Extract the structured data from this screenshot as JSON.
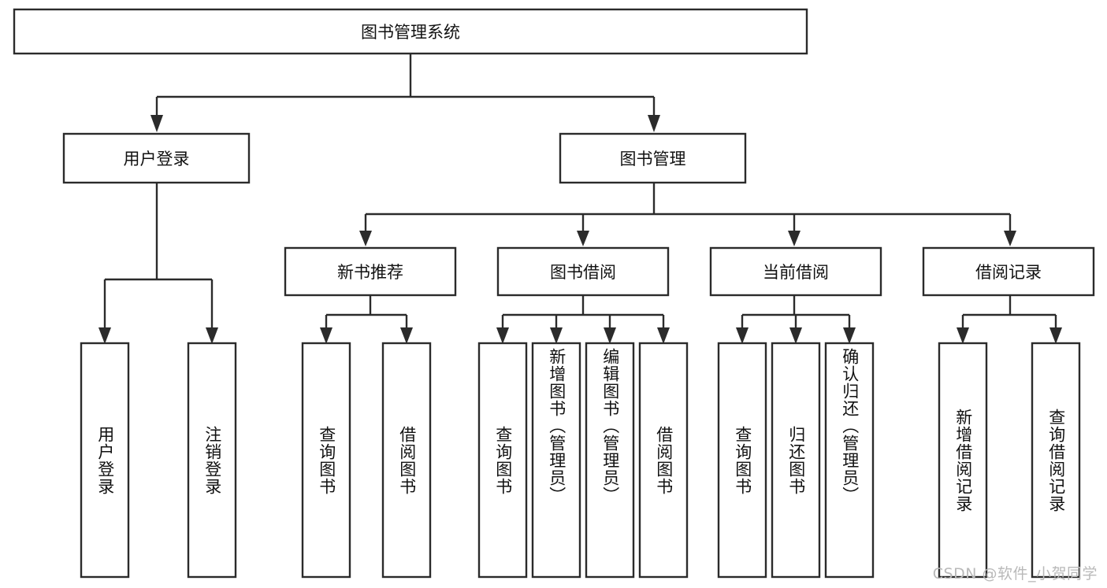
{
  "diagram": {
    "type": "tree-hierarchy",
    "title": "图书管理系统",
    "watermark": "CSDN @软件_小贺同学",
    "colors": {
      "box_stroke": "#2b2b2b",
      "box_fill": "#ffffff",
      "connector": "#2b2b2b",
      "text": "#111111",
      "background": "#ffffff",
      "watermark": "#b9b9b9"
    },
    "root": {
      "label": "图书管理系统"
    },
    "level2": [
      {
        "id": "user-login",
        "label": "用户登录"
      },
      {
        "id": "book-manage",
        "label": "图书管理"
      }
    ],
    "level3": [
      {
        "id": "new-book-recommend",
        "label": "新书推荐"
      },
      {
        "id": "book-borrow",
        "label": "图书借阅"
      },
      {
        "id": "current-borrow",
        "label": "当前借阅"
      },
      {
        "id": "borrow-record",
        "label": "借阅记录"
      }
    ],
    "leaves": {
      "user_login": [
        {
          "id": "leaf-user-login",
          "label": "用户登录"
        },
        {
          "id": "leaf-logout",
          "label": "注销登录"
        }
      ],
      "new_book_recommend": [
        {
          "id": "leaf-query-book-1",
          "label": "查询图书"
        },
        {
          "id": "leaf-borrow-book-1",
          "label": "借阅图书"
        }
      ],
      "book_borrow": [
        {
          "id": "leaf-query-book-2",
          "label": "查询图书"
        },
        {
          "id": "leaf-add-book",
          "label": "新增图书（管理员）"
        },
        {
          "id": "leaf-edit-book",
          "label": "编辑图书（管理员）"
        },
        {
          "id": "leaf-borrow-book-2",
          "label": "借阅图书"
        }
      ],
      "current_borrow": [
        {
          "id": "leaf-query-book-3",
          "label": "查询图书"
        },
        {
          "id": "leaf-return-book",
          "label": "归还图书"
        },
        {
          "id": "leaf-confirm-return",
          "label": "确认归还（管理员）"
        }
      ],
      "borrow_record": [
        {
          "id": "leaf-add-record",
          "label": "新增借阅记录"
        },
        {
          "id": "leaf-query-record",
          "label": "查询借阅记录"
        }
      ]
    }
  }
}
